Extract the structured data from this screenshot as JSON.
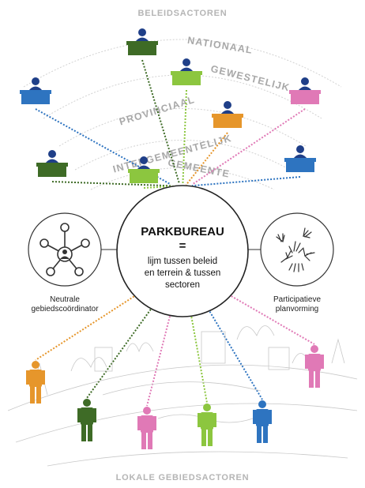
{
  "heading_top": "BELEIDSACTOREN",
  "heading_bottom": "LOKALE GEBIEDSACTOREN",
  "levels": [
    "NATIONAAL",
    "GEWESTELIJK",
    "PROVINCIAAL",
    "INTERGEMEENTELIJK",
    "GEMEENTE"
  ],
  "center": {
    "title": "PARKBUREAU",
    "equals": "=",
    "lines": [
      "lijm tussen beleid",
      "en terrein & tussen",
      "sectoren"
    ]
  },
  "left_node": {
    "lines": [
      "Neutrale",
      "gebiedscoördinator"
    ],
    "icon": "network-person-icon"
  },
  "right_node": {
    "lines": [
      "Participatieve",
      "planvorming"
    ],
    "icon": "hands-icon"
  },
  "colors": {
    "blue": "#2e74c0",
    "dark_green": "#3e6b26",
    "light_green": "#8cc63f",
    "orange": "#e6962b",
    "pink": "#e079b6"
  },
  "policy_actors": [
    {
      "color": "dark_green"
    },
    {
      "color": "blue"
    },
    {
      "color": "light_green"
    },
    {
      "color": "pink"
    },
    {
      "color": "orange"
    },
    {
      "color": "dark_green"
    },
    {
      "color": "light_green"
    },
    {
      "color": "blue"
    }
  ],
  "local_actors": [
    {
      "color": "orange"
    },
    {
      "color": "dark_green"
    },
    {
      "color": "pink"
    },
    {
      "color": "light_green"
    },
    {
      "color": "blue"
    },
    {
      "color": "pink"
    }
  ]
}
